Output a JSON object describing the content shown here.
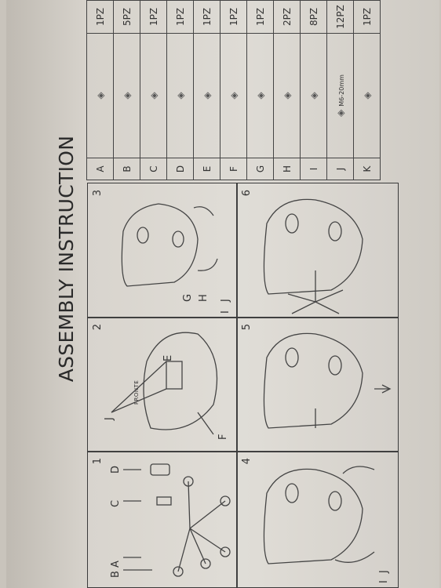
{
  "document": {
    "title": "ASSEMBLY INSTRUCTION",
    "steps": [
      {
        "number": "1",
        "labels": [
          "D",
          "C",
          "A",
          "B"
        ]
      },
      {
        "number": "2",
        "labels": [
          "J",
          "E",
          "FRONTE",
          "F"
        ]
      },
      {
        "number": "3",
        "labels": [
          "G",
          "H",
          "I",
          "J"
        ]
      },
      {
        "number": "4",
        "labels": [
          "I",
          "J"
        ]
      },
      {
        "number": "5",
        "labels": []
      },
      {
        "number": "6",
        "labels": []
      }
    ],
    "parts": [
      {
        "letter": "A",
        "qty": "1PZ",
        "icon": "chair-base-icon"
      },
      {
        "letter": "B",
        "qty": "5PZ",
        "icon": "caster-wheel-icon"
      },
      {
        "letter": "C",
        "qty": "1PZ",
        "icon": "gas-lift-cylinder-icon"
      },
      {
        "letter": "D",
        "qty": "1PZ",
        "icon": "cylinder-cover-icon"
      },
      {
        "letter": "E",
        "qty": "1PZ",
        "icon": "seat-mechanism-icon"
      },
      {
        "letter": "F",
        "qty": "1PZ",
        "icon": "seat-cushion-icon"
      },
      {
        "letter": "G",
        "qty": "1PZ",
        "icon": "backrest-icon"
      },
      {
        "letter": "H",
        "qty": "2PZ",
        "icon": "armrest-icon"
      },
      {
        "letter": "I",
        "qty": "8PZ",
        "icon": "washer-icon"
      },
      {
        "letter": "J",
        "qty": "12PZ",
        "icon": "bolt-icon",
        "spec": "M6-20mm"
      },
      {
        "letter": "K",
        "qty": "1PZ",
        "icon": "allen-key-icon"
      }
    ]
  }
}
